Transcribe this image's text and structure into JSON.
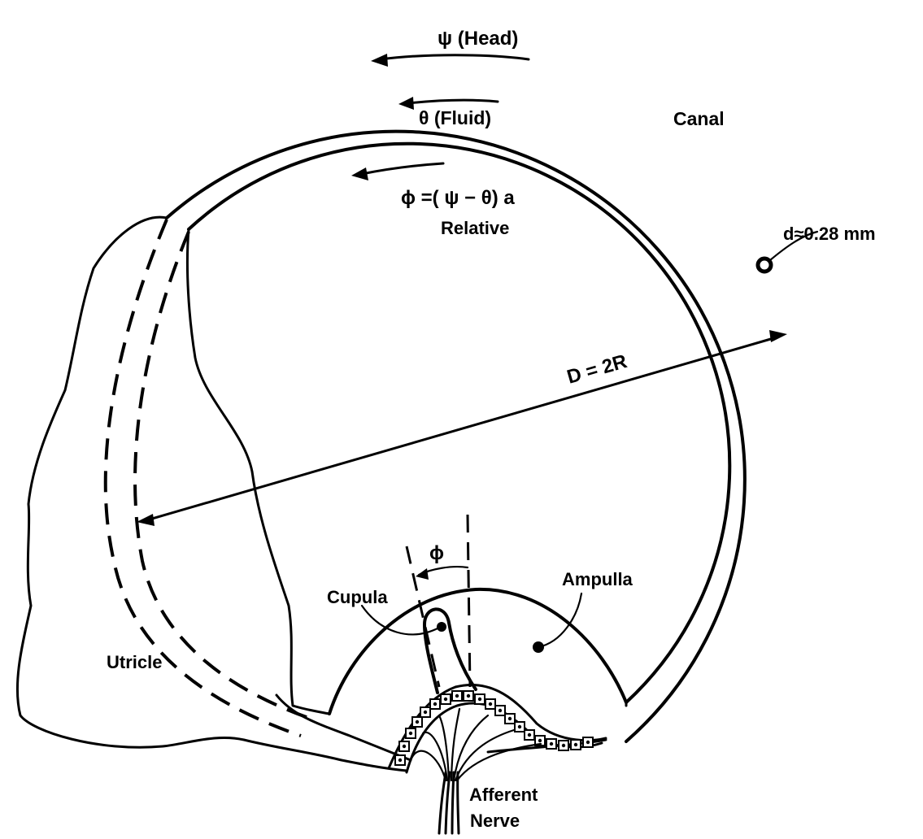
{
  "labels": {
    "head": "ψ (Head)",
    "fluid": "θ (Fluid)",
    "canal": "Canal",
    "relative_formula": "ϕ =( ψ − θ) a",
    "relative": "Relative",
    "canal_diameter": "d≈0.28 mm",
    "diameter": "D = 2R",
    "phi": "ϕ",
    "cupula": "Cupula",
    "ampulla": "Ampulla",
    "utricle": "Utricle",
    "afferent": "Afferent",
    "nerve": "Nerve"
  },
  "colors": {
    "ink": "#000000",
    "background": "#ffffff"
  }
}
